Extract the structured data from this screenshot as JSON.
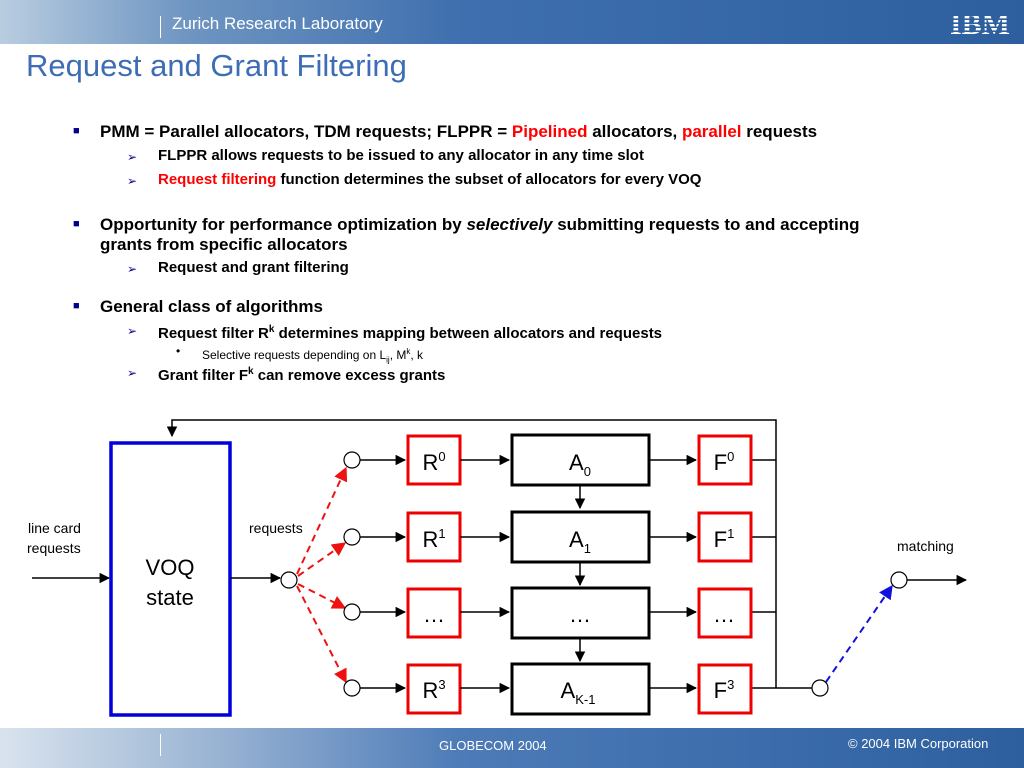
{
  "header": {
    "lab": "Zurich Research Laboratory",
    "logo_text": "IBM"
  },
  "title": "Request and Grant Filtering",
  "bullets": {
    "b1": {
      "t1": "PMM = Parallel allocators, TDM requests; FLPPR = ",
      "t2": "Pipelined",
      "t3": " allocators, ",
      "t4": "parallel",
      "t5": " requests"
    },
    "b1s1": "FLPPR allows requests to be issued to any allocator in any time slot",
    "b1s2": {
      "t1": "Request filtering",
      "t2": " function determines the subset of allocators for every VOQ"
    },
    "b2": {
      "t1": "Opportunity for performance optimization by ",
      "t2": "selectively",
      "t3": " submitting requests to and accepting grants from specific allocators"
    },
    "b2s1": "Request and grant filtering",
    "b3": "General class of algorithms",
    "b3s1": {
      "t1": "Request filter R",
      "sup": "k",
      "t2": " determines mapping between allocators and requests"
    },
    "b3s1a": {
      "t1": "Selective requests depending on L",
      "sub": "ij",
      "t2": ", M",
      "sup": "k",
      "t3": ", k"
    },
    "b3s2": {
      "t1": "Grant filter F",
      "sup": "k",
      "t2": " can remove excess grants"
    }
  },
  "diagram": {
    "voq": {
      "line1": "VOQ",
      "line2": "state"
    },
    "line_card_1": "line card",
    "line_card_2": "requests",
    "requests_label": "requests",
    "matching_label": "matching",
    "rows": [
      {
        "r": "R",
        "r_sup": "0",
        "a": "A",
        "a_sub": "0",
        "f": "F",
        "f_sup": "0"
      },
      {
        "r": "R",
        "r_sup": "1",
        "a": "A",
        "a_sub": "1",
        "f": "F",
        "f_sup": "1"
      },
      {
        "r": "…",
        "r_sup": "",
        "a": "…",
        "a_sub": "",
        "f": "…",
        "f_sup": ""
      },
      {
        "r": "R",
        "r_sup": "3",
        "a": "A",
        "a_sub": "K-1",
        "f": "F",
        "f_sup": "3"
      }
    ],
    "colors": {
      "voq": "#0000dd",
      "filter": "#ee0000",
      "allocator": "#000000",
      "request_arrow": "#ee1111",
      "match_arrow": "#1111dd"
    }
  },
  "footer": {
    "conference": "GLOBECOM 2004",
    "copyright": "© 2004 IBM Corporation"
  }
}
